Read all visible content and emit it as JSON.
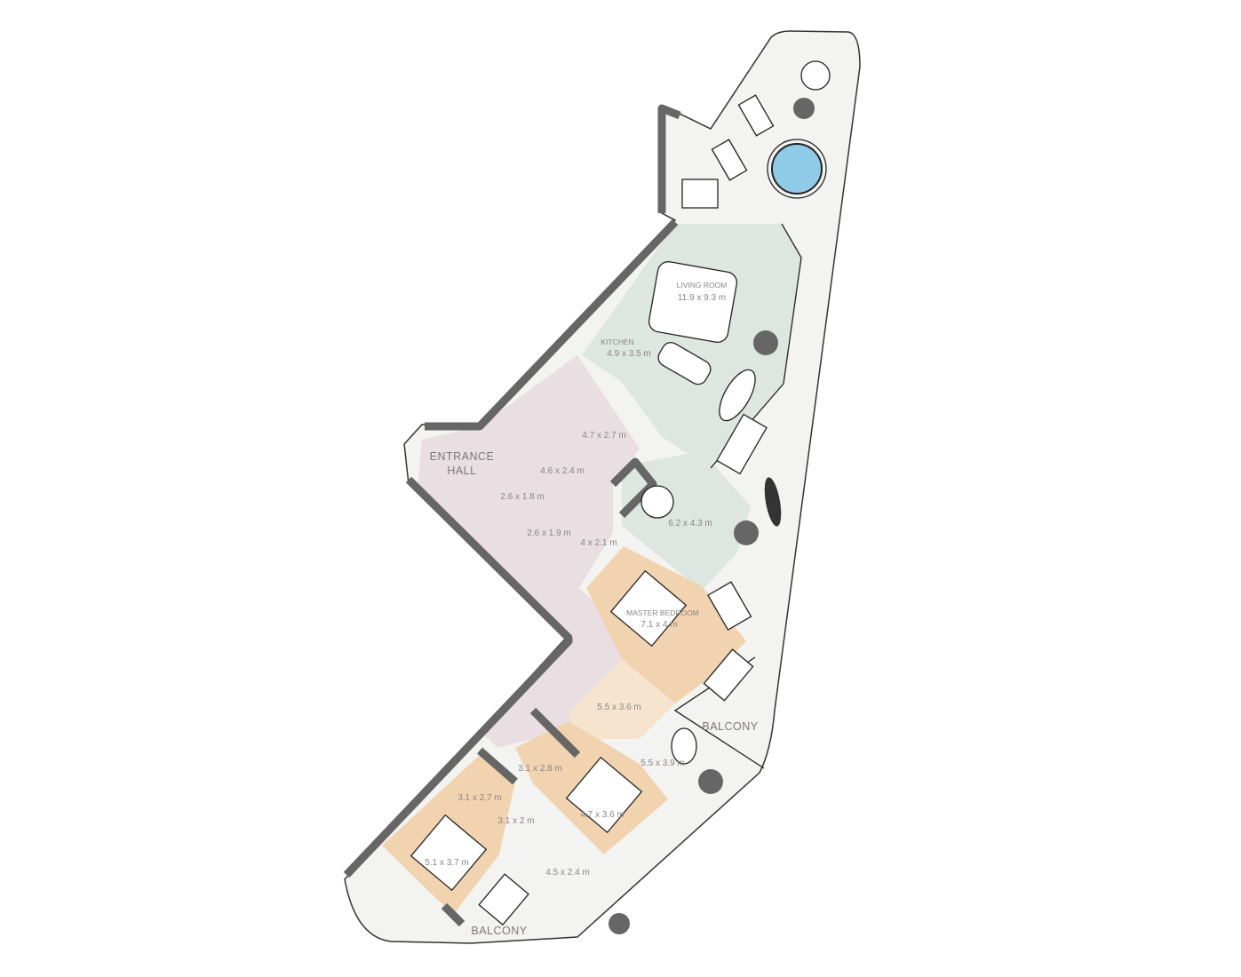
{
  "floor_plan": {
    "rooms": [
      {
        "id": "living",
        "name": "LIVING ROOM",
        "size": "11.9 x 9.3 m"
      },
      {
        "id": "kitchen",
        "name": "KITCHEN",
        "size": "4.9 x 3.5 m"
      },
      {
        "id": "entrance",
        "name": "ENTRANCE HALL",
        "name_line1": "ENTRANCE",
        "name_line2": "HALL"
      },
      {
        "id": "r1",
        "size": "4.7 x 2.7 m"
      },
      {
        "id": "r2",
        "size": "4.6 x 2.4 m"
      },
      {
        "id": "r3",
        "size": "2.6 x 1.8 m"
      },
      {
        "id": "r4",
        "size": "2.6 x 1.9 m"
      },
      {
        "id": "r5",
        "size": "4 x 2.1 m"
      },
      {
        "id": "family",
        "size": "6.2 x 4.3 m"
      },
      {
        "id": "master",
        "name": "MASTER BEDROOM",
        "size": "7.1 x 4 m"
      },
      {
        "id": "dressing",
        "size": "5.5 x 3.6 m"
      },
      {
        "id": "masterbath",
        "size": "5.5 x 3.9 m"
      },
      {
        "id": "balcony1",
        "name": "BALCONY"
      },
      {
        "id": "r6",
        "size": "3.1 x 2.8 m"
      },
      {
        "id": "r7",
        "size": "3.1 x 2.7 m"
      },
      {
        "id": "r8",
        "size": "3.1 x 2 m"
      },
      {
        "id": "bed2",
        "size": "4.7 x 3.6 m"
      },
      {
        "id": "bed3",
        "size": "5.1 x 3.7 m"
      },
      {
        "id": "bath3",
        "size": "4.5 x 2.4 m"
      },
      {
        "id": "balcony2",
        "name": "BALCONY"
      }
    ],
    "colors": {
      "living_zone": "#dde6e1",
      "hall_zone": "#e9dee1",
      "bedroom_zone": "#f1d3b0",
      "dressing_zone": "#f6e4cf",
      "terrace": "#f3f3f1",
      "walls": "#666666",
      "pool": "#8fcbe8"
    }
  }
}
